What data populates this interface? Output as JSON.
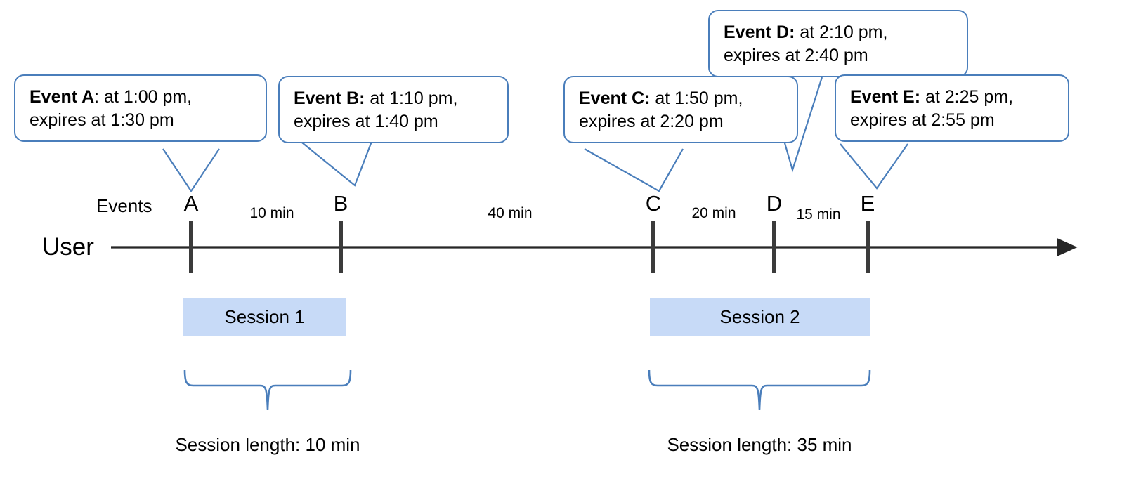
{
  "diagram": {
    "title": "User session timeline with events",
    "accent_color": "#4a7ebb",
    "session_fill": "#c7daf7",
    "axis_color": "#333333"
  },
  "axis": {
    "user_label": "User",
    "events_label": "Events"
  },
  "events": [
    {
      "id": "A",
      "letter": "A",
      "callout_title": "Event A",
      "callout_line1": ": at 1:00 pm,",
      "callout_line2": "expires at 1:30 pm",
      "start_time": "1:00 pm",
      "expiry_time": "1:30 pm"
    },
    {
      "id": "B",
      "letter": "B",
      "callout_title": "Event B:",
      "callout_line1": " at 1:10 pm,",
      "callout_line2": "expires at 1:40 pm",
      "start_time": "1:10 pm",
      "expiry_time": "1:40 pm"
    },
    {
      "id": "C",
      "letter": "C",
      "callout_title": "Event C:",
      "callout_line1": " at 1:50 pm,",
      "callout_line2": "expires at 2:20 pm",
      "start_time": "1:50 pm",
      "expiry_time": "2:20 pm"
    },
    {
      "id": "D",
      "letter": "D",
      "callout_title": "Event D:",
      "callout_line1": " at 2:10 pm,",
      "callout_line2": "expires at 2:40 pm",
      "start_time": "2:10 pm",
      "expiry_time": "2:40 pm"
    },
    {
      "id": "E",
      "letter": "E",
      "callout_title": "Event E:",
      "callout_line1": " at 2:25 pm,",
      "callout_line2": "expires at 2:55 pm",
      "start_time": "2:25 pm",
      "expiry_time": "2:55 pm"
    }
  ],
  "gaps": [
    {
      "from": "A",
      "to": "B",
      "label": "10 min"
    },
    {
      "from": "B",
      "to": "C",
      "label": "40 min"
    },
    {
      "from": "C",
      "to": "D",
      "label": "20 min"
    },
    {
      "from": "D",
      "to": "E",
      "label": "15 min"
    }
  ],
  "sessions": [
    {
      "name": "Session 1",
      "length_label": "Session length: 10 min",
      "events": [
        "A",
        "B"
      ]
    },
    {
      "name": "Session 2",
      "length_label": "Session length: 35 min",
      "events": [
        "C",
        "D",
        "E"
      ]
    }
  ]
}
